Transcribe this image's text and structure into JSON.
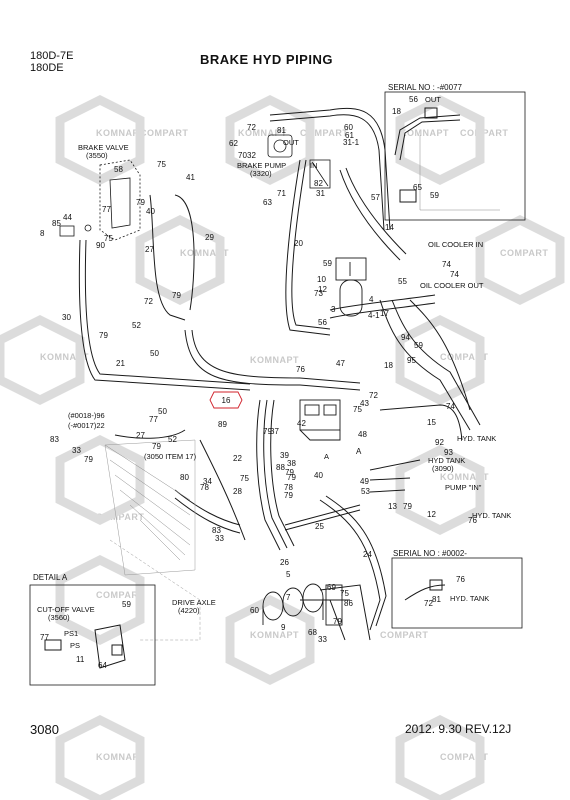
{
  "header": {
    "model_line1": "180D-7E",
    "model_line2": "180DE",
    "title": "BRAKE HYD PIPING"
  },
  "footer": {
    "page_number": "3080",
    "date_revision": "2012. 9.30  REV.12J"
  },
  "watermark": {
    "texts": [
      "KOMNAPT",
      "COMPART"
    ],
    "color": "#c9c9c9"
  },
  "labels": {
    "brake_valve": "BRAKE VALVE",
    "brake_valve_code": "(3550)",
    "brake_pump": "BRAKE PUMP",
    "brake_pump_code": "(3320)",
    "oil_cooler_in": "OIL COOLER IN",
    "oil_cooler_out": "OIL COOLER OUT",
    "hyd_tank": "HYD. TANK",
    "hyd_tank_main": "HYD TANK",
    "hyd_tank_code": "(3090)",
    "pump_in": "PUMP \"IN\"",
    "hyd_tank_2": "HYD. TANK",
    "hyd_tank_3": "HYD. TANK",
    "drive_axle": "DRIVE AXLE",
    "drive_axle_code": "(4220)",
    "item17": "(3050 ITEM 17)",
    "serial_0018": "(#0018-)96",
    "serial_0017": "(-#0017)22",
    "cut_off_valve": "CUT-OFF VALVE",
    "cut_off_valve_code": "(3560)",
    "detail_a": "DETAIL A",
    "a_marker": "A",
    "a_marker_2": "A",
    "port_out": "OUT",
    "port_in": "IN",
    "port_ps1": "PS1",
    "port_ps": "PS"
  },
  "serial_box_top": {
    "title": "SERIAL NO : -#0077",
    "parts": [
      "18",
      "56",
      "65",
      "59"
    ],
    "port": "OUT"
  },
  "serial_box_bottom": {
    "title": "SERIAL NO : #0002-",
    "parts": [
      "76",
      "72",
      "81"
    ],
    "label": "HYD. TANK"
  },
  "detail_box": {
    "title": "DETAIL A",
    "parts": [
      "59",
      "77",
      "11",
      "64"
    ]
  },
  "reference_tag": "16",
  "part_numbers": [
    "72",
    "81",
    "62",
    "70",
    "32",
    "31-1",
    "82",
    "71",
    "63",
    "61",
    "60",
    "57",
    "31",
    "14",
    "58",
    "75",
    "41",
    "27",
    "77",
    "79",
    "40",
    "85",
    "44",
    "8",
    "90",
    "75",
    "29",
    "20",
    "59",
    "10",
    "12",
    "74",
    "74",
    "73",
    "4",
    "55",
    "17",
    "56",
    "4-1",
    "3",
    "94",
    "59",
    "30",
    "72",
    "79",
    "79",
    "52",
    "50",
    "21",
    "95",
    "47",
    "18",
    "76",
    "50",
    "77",
    "27",
    "79",
    "52",
    "89",
    "74",
    "72",
    "43",
    "75",
    "48",
    "15",
    "92",
    "93",
    "83",
    "33",
    "79",
    "42",
    "37",
    "79",
    "88",
    "79",
    "40",
    "49",
    "53",
    "13",
    "79",
    "12",
    "76",
    "80",
    "34",
    "78",
    "28",
    "75",
    "25",
    "22",
    "39",
    "38",
    "78",
    "79",
    "79",
    "83",
    "33",
    "26",
    "5",
    "7",
    "24",
    "69",
    "75",
    "86",
    "79",
    "68",
    "33",
    "60",
    "9"
  ],
  "colors": {
    "line": "#1a1a1a",
    "hatch": "#777777",
    "tag": "#d0202a",
    "watermark": "#c9c9c9"
  }
}
